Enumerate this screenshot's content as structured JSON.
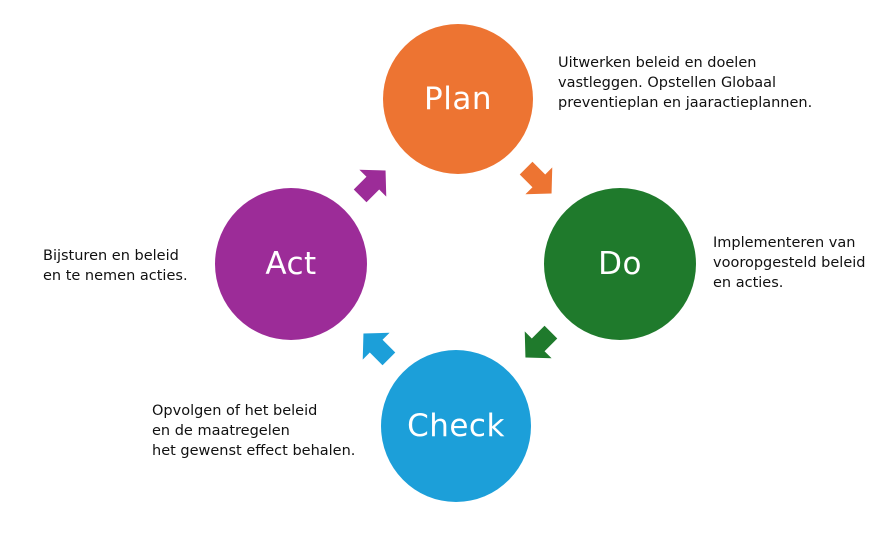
{
  "cycle": {
    "plan": {
      "label": "Plan",
      "color": "#ED7432",
      "description": "Uitwerken beleid en doelen\nvastleggen. Opstellen Globaal\npreventieplan en jaaractieplannen."
    },
    "do": {
      "label": "Do",
      "color": "#1F7A2C",
      "description": "Implementeren van\nvooropgesteld beleid\nen acties."
    },
    "check": {
      "label": "Check",
      "color": "#1C9FD9",
      "description": "Opvolgen of het beleid\nen de maatregelen\nhet gewenst effect behalen."
    },
    "act": {
      "label": "Act",
      "color": "#9C2C98",
      "description": "Bijsturen en beleid\nen te nemen acties."
    }
  },
  "arrows": [
    {
      "from": "plan",
      "to": "do",
      "color": "#ED7432",
      "icon": "arrow-down-right-icon"
    },
    {
      "from": "do",
      "to": "check",
      "color": "#1F7A2C",
      "icon": "arrow-down-left-icon"
    },
    {
      "from": "check",
      "to": "act",
      "color": "#1C9FD9",
      "icon": "arrow-up-left-icon"
    },
    {
      "from": "act",
      "to": "plan",
      "color": "#9C2C98",
      "icon": "arrow-up-right-icon"
    }
  ]
}
